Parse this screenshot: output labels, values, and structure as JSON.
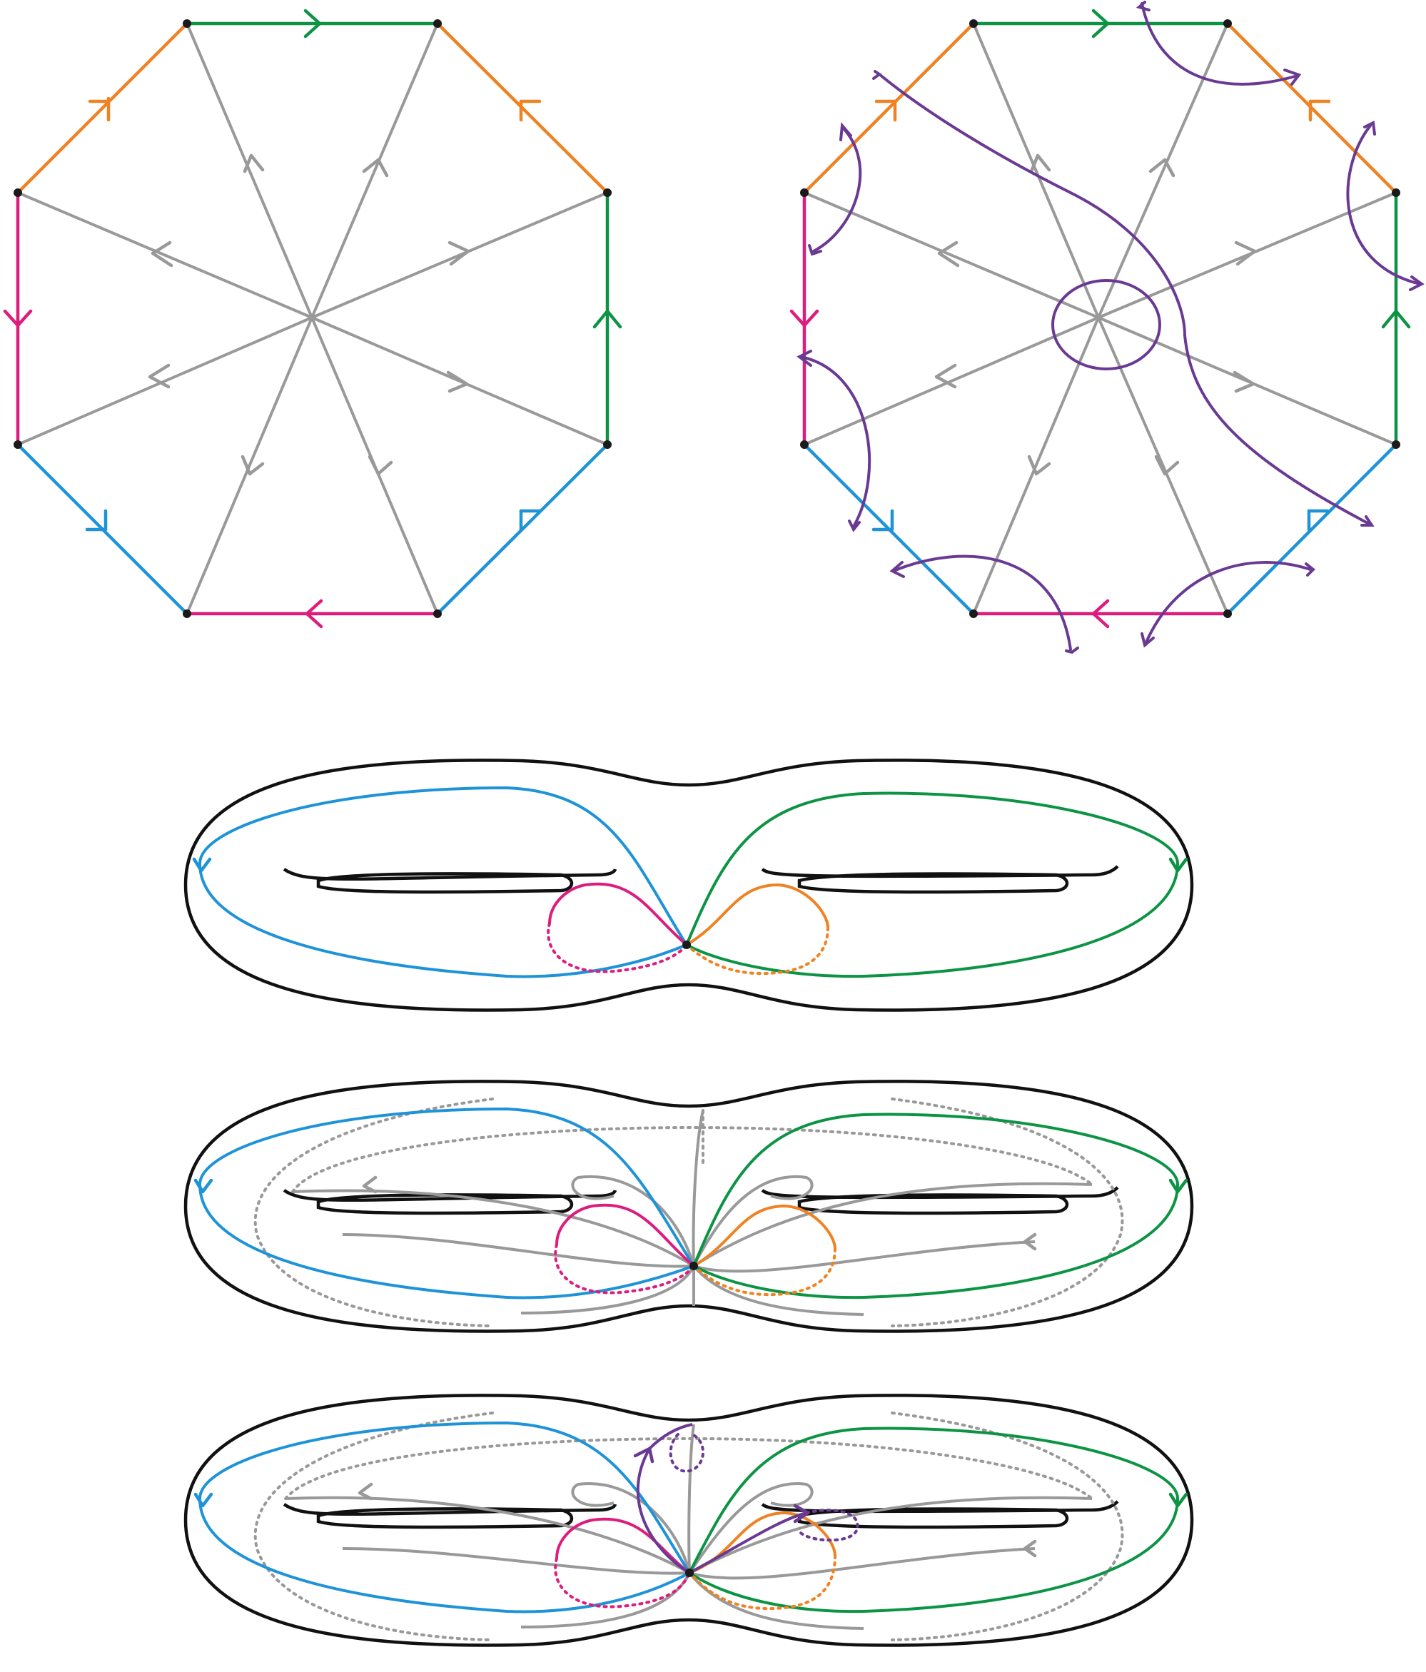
{
  "colors": {
    "orange": "#ef8222",
    "green": "#0c9444",
    "magenta": "#dd1d7d",
    "blue": "#1e93d8",
    "gray": "#999999",
    "purple": "#6a3a93",
    "black": "#111111"
  },
  "panels": [
    {
      "id": "octagon-plain",
      "type": "identified octagon with spokes"
    },
    {
      "id": "octagon-with-loop",
      "type": "identified octagon with spokes and curve"
    },
    {
      "id": "surface-loops",
      "type": "genus-2 surface with generating loops"
    },
    {
      "id": "surface-loops-spokes",
      "type": "genus-2 surface with loops and spokes"
    },
    {
      "id": "surface-loops-spokes-curve",
      "type": "genus-2 surface with loops, spokes and curve"
    }
  ]
}
